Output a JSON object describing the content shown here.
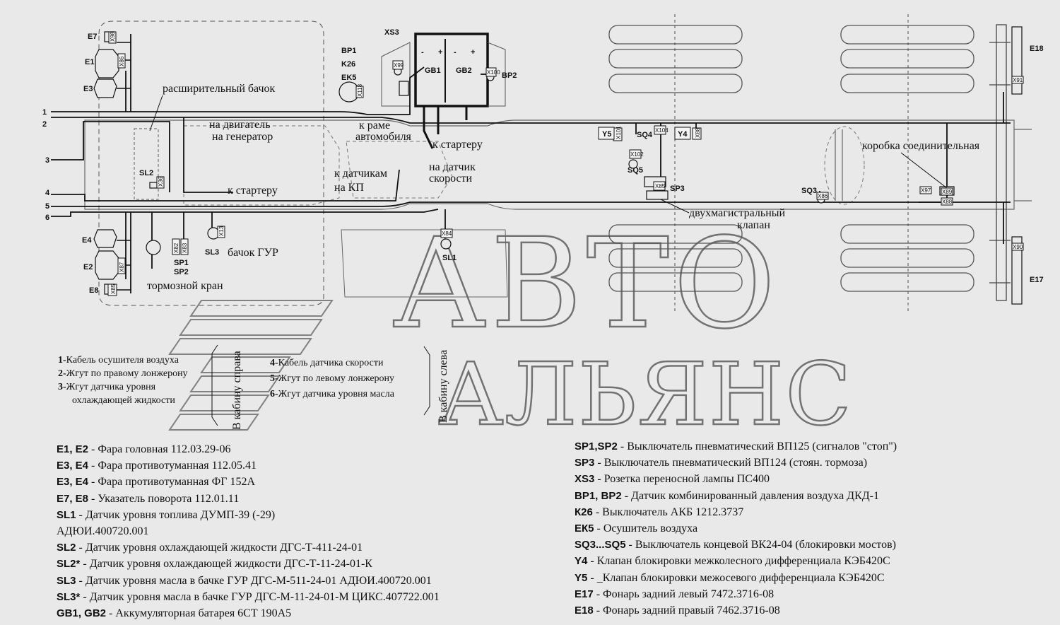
{
  "watermark": {
    "line1": "АВТО",
    "line2": "АЛЬЯНС"
  },
  "components": {
    "E7": "E7",
    "E1": "E1",
    "E3": "E3",
    "E4": "E4",
    "E2": "E2",
    "E8": "E8",
    "E18": "E18",
    "E17": "E17",
    "XS3": "XS3",
    "BP1": "BP1",
    "K26": "K26",
    "EK5": "EK5",
    "BP2": "BP2",
    "GB1": "GB1",
    "GB2": "GB2",
    "SL2": "SL2",
    "SL3": "SL3",
    "SL1": "SL1",
    "SP1": "SP1",
    "SP2": "SP2",
    "SP3": "SP3",
    "Y5": "Y5",
    "Y4": "Y4",
    "SQ4": "SQ4",
    "SQ5": "SQ5",
    "SQ3": "SQ3"
  },
  "connectors": {
    "X98": "X98",
    "X86": "X86",
    "X87": "X87",
    "X85": "X85",
    "X88": "X88",
    "X99": "X99",
    "X118": "X118",
    "X100": "X100",
    "X101": "X101",
    "X104": "X104",
    "X102": "X102",
    "X85b": "X85",
    "X84": "X84",
    "X82": "X82",
    "X83": "X83",
    "X13": "X13",
    "X36": "X36",
    "X97": "X97",
    "X89": "X89",
    "X88b": "X88",
    "X91": "X91",
    "X90": "X90",
    "X86b": "X86"
  },
  "harness_numbers": [
    "1",
    "2",
    "3",
    "4",
    "5",
    "6"
  ],
  "labels": {
    "expansion_tank": "расширительный бачок",
    "to_engine": "на двигатель",
    "to_generator": "на генератор",
    "to_starter_left": "к стартеру",
    "to_frame": "к раме",
    "vehicle": "автомобиля",
    "to_starter_right": "к стартеру",
    "to_sensors": "к датчикам",
    "on_gearbox": "на КП",
    "on_speed_sensor": "на датчик",
    "speed": "скорости",
    "junction_box": "коробка соединительная",
    "dual_valve": "двухмагистральный",
    "valve": "клапан",
    "power_steering_tank": "бачок ГУР",
    "brake_valve": "тормозной кран",
    "to_cab_right": "В кабину справа",
    "to_cab_left": "В кабину слева"
  },
  "cable_legend_left": [
    {
      "num": "1-",
      "text": "Кабель осушителя воздуха"
    },
    {
      "num": "2-",
      "text": "Жгут по правому лонжерону"
    },
    {
      "num": "3-",
      "text": "Жгут датчика уровня"
    },
    {
      "num": "",
      "text": "охлаждающей жидкости"
    }
  ],
  "cable_legend_right": [
    {
      "num": "4-",
      "text": "Кабель датчика скорости"
    },
    {
      "num": "5-",
      "text": "Жгут по левому лонжерону"
    },
    {
      "num": "6-",
      "text": "Жгут датчика уровня масла"
    }
  ],
  "legend_left": [
    {
      "code": "E1, E2",
      "text": " - Фара головная 112.03.29-06"
    },
    {
      "code": "E3, E4",
      "text": " - Фара противотуманная 112.05.41"
    },
    {
      "code": "E3, E4",
      "text": " - Фара противотуманная ФГ 152А"
    },
    {
      "code": "E7, E8",
      "text": " - Указатель поворота 112.01.11"
    },
    {
      "code": "SL1",
      "text": " - Датчик уровня топлива ДУМП-39 (-29)"
    },
    {
      "code": "",
      "text": "АДЮИ.400720.001"
    },
    {
      "code": "SL2",
      "text": " - Датчик уровня охлаждающей жидкости ДГС-Т-411-24-01"
    },
    {
      "code": "SL2*",
      "text": " - Датчик уровня охлаждающей жидкости ДГС-Т-11-24-01-К"
    },
    {
      "code": "SL3",
      "text": " - Датчик уровня масла в бачке ГУР ДГС-М-511-24-01  АДЮИ.400720.001"
    },
    {
      "code": "SL3*",
      "text": " - Датчик уровня масла в бачке ГУР ДГС-М-11-24-01-М  ЦИКС.407722.001"
    },
    {
      "code": "GB1, GB2",
      "text": " - Аккумуляторная батарея 6СТ 190А5"
    }
  ],
  "legend_right": [
    {
      "code": "SP1,SP2",
      "text": " - Выключатель пневматический ВП125 (сигналов \"стоп\")"
    },
    {
      "code": "SP3",
      "text": " - Выключатель пневматический ВП124 (стоян. тормоза)"
    },
    {
      "code": "XS3",
      "text": " - Розетка переносной лампы ПС400"
    },
    {
      "code": "BP1, BP2",
      "text": " - Датчик комбинированный давления воздуха ДКД-1"
    },
    {
      "code": "К26",
      "text": " - Выключатель АКБ 1212.3737"
    },
    {
      "code": "ЕК5",
      "text": "  - Осушитель воздуха"
    },
    {
      "code": "SQ3...SQ5",
      "text": " - Выключатель концевой ВК24-04 (блокировки мостов)"
    },
    {
      "code": "Y4",
      "text": " - Клапан блокировки межколесного дифференциала КЭБ420С"
    },
    {
      "code": "Y5",
      "text": " - _Клапан блокировки межосевого дифференциала КЭБ420С"
    },
    {
      "code": "E17",
      "text": " - Фонарь задний левый 7472.3716-08"
    },
    {
      "code": "E18",
      "text": " - Фонарь задний правый 7462.3716-08"
    }
  ]
}
